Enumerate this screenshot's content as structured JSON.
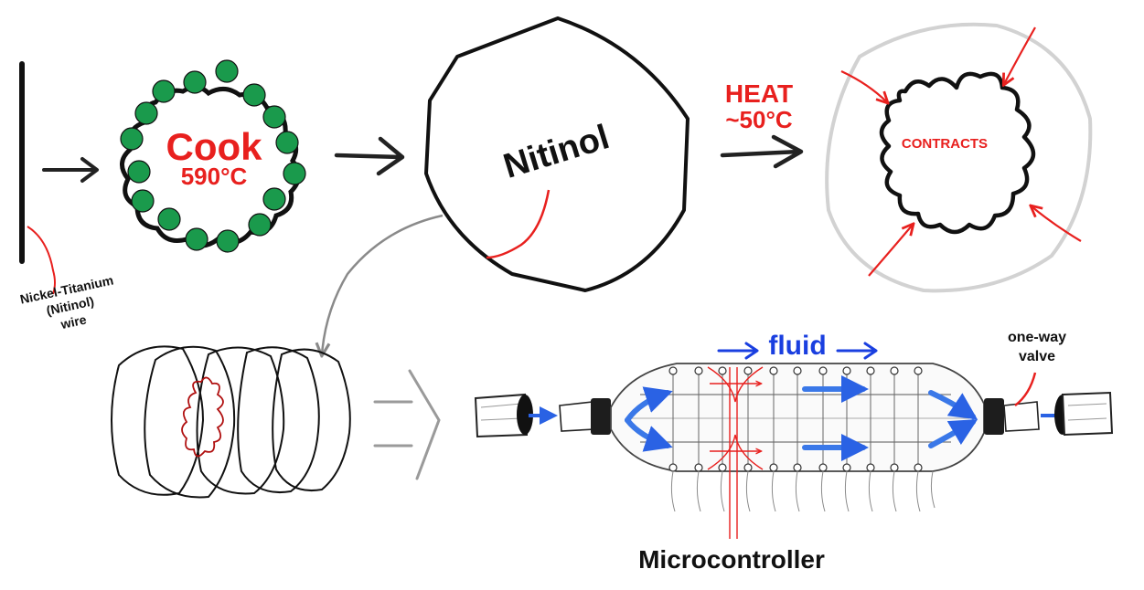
{
  "labels": {
    "cook": "Cook",
    "cook_temp": "590°C",
    "nitinol": "Nitinol",
    "heat": "HEAT",
    "heat_temp": "~50°C",
    "contracts": "CONTRACTS",
    "wire_line1": "Nickel-Titanium",
    "wire_line2": "(Nitinol)",
    "wire_line3": "wire",
    "fluid": "fluid",
    "valve_line1": "one-way",
    "valve_line2": "valve",
    "microcontroller": "Microcontroller"
  },
  "colors": {
    "ink": "#111111",
    "red": "#e8201e",
    "green": "#1a9a4c",
    "blue": "#1a3fe0",
    "grey": "#9a9a9a",
    "light_grey": "#cfcfcf",
    "flow_blue": "#3a78e8"
  }
}
